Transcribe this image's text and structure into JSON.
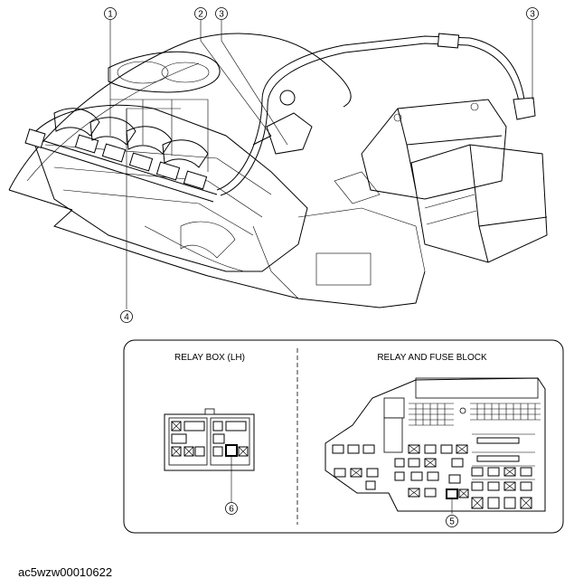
{
  "callouts": [
    {
      "id": "1",
      "label": "①"
    },
    {
      "id": "2",
      "label": "②"
    },
    {
      "id": "3a",
      "label": "③"
    },
    {
      "id": "3b",
      "label": "③"
    },
    {
      "id": "4",
      "label": "④"
    },
    {
      "id": "5",
      "label": "⑤"
    },
    {
      "id": "6",
      "label": "⑥"
    }
  ],
  "panel": {
    "left_title": "RELAY BOX (LH)",
    "right_title": "RELAY AND FUSE BLOCK"
  },
  "caption": "ac5wzw00010622"
}
